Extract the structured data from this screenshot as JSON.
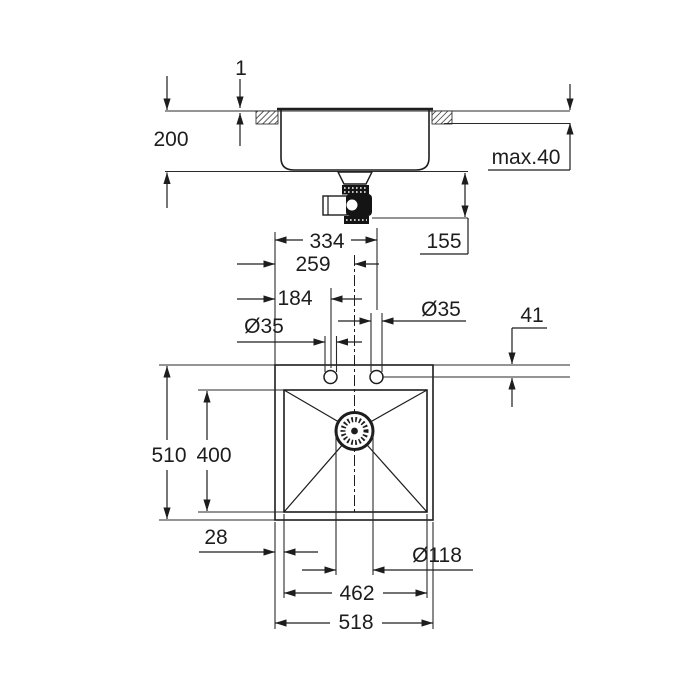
{
  "page": {
    "background": "#ffffff",
    "line_color": "#1d1d1d"
  },
  "dimensions": {
    "side_view": {
      "rim_height": "1",
      "bowl_depth": "200",
      "max_counter_thickness": "max.40",
      "under_sink_depth": "155"
    },
    "top_view": {
      "right_hole_offset": "334",
      "center_offset": "259",
      "left_hole_offset": "184",
      "left_hole_diameter": "Ø35",
      "right_hole_diameter": "Ø35",
      "hole_setback": "41",
      "overall_depth": "510",
      "inner_bowl_depth": "400",
      "rim_offset": "28",
      "drain_diameter": "Ø118",
      "inner_bowl_width": "462",
      "overall_width": "518"
    }
  }
}
